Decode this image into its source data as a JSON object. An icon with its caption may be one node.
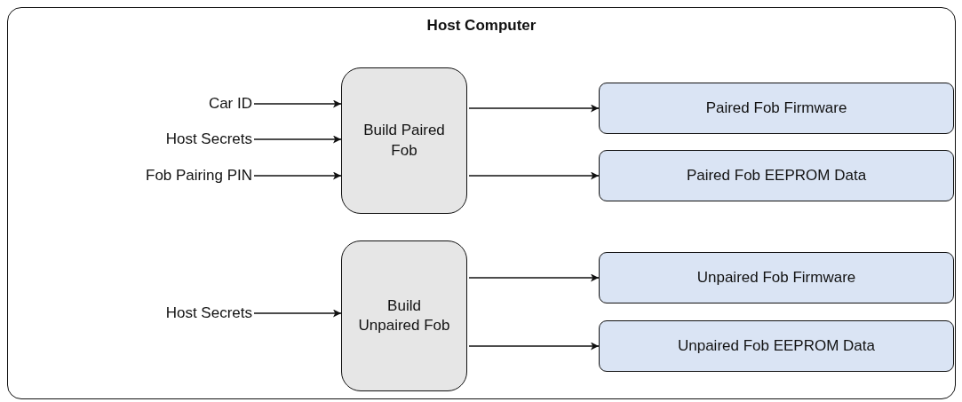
{
  "diagram": {
    "nodes": [
      {
        "text": [
          "Host Computer"
        ]
      },
      {
        "text": [
          "Car ID"
        ],
        "in": 0
      },
      {
        "text": [
          "Host Secrets"
        ],
        "in": 0
      },
      {
        "text": [
          "Fob Pairing PIN"
        ],
        "in": 0
      },
      {
        "text": [
          "Build Paired Fob"
        ],
        "in": 0
      },
      {
        "text": [
          "Paired Fob Firmware"
        ],
        "in": 0
      },
      {
        "text": [
          "Paired Fob EEPROM Data"
        ],
        "in": 0
      },
      {
        "text": [
          "Host Secrets"
        ],
        "in": 0
      },
      {
        "text": [
          "Build Unpaired Fob"
        ],
        "in": 0
      },
      {
        "text": [
          "Unpaired Fob Firmware"
        ],
        "in": 0
      },
      {
        "text": [
          "Unpaired Fob EEPROM Data"
        ],
        "in": 0
      }
    ],
    "edges": [
      {
        "from": 1,
        "to": 4,
        "arrow": "to"
      },
      {
        "from": 2,
        "to": 4,
        "arrow": "to"
      },
      {
        "from": 3,
        "to": 4,
        "arrow": "to"
      },
      {
        "from": 4,
        "to": 5,
        "arrow": "to"
      },
      {
        "from": 4,
        "to": 6,
        "arrow": "to"
      },
      {
        "from": 7,
        "to": 8,
        "arrow": "to"
      },
      {
        "from": 8,
        "to": 9,
        "arrow": "to"
      },
      {
        "from": 8,
        "to": 10,
        "arrow": "to"
      }
    ]
  }
}
